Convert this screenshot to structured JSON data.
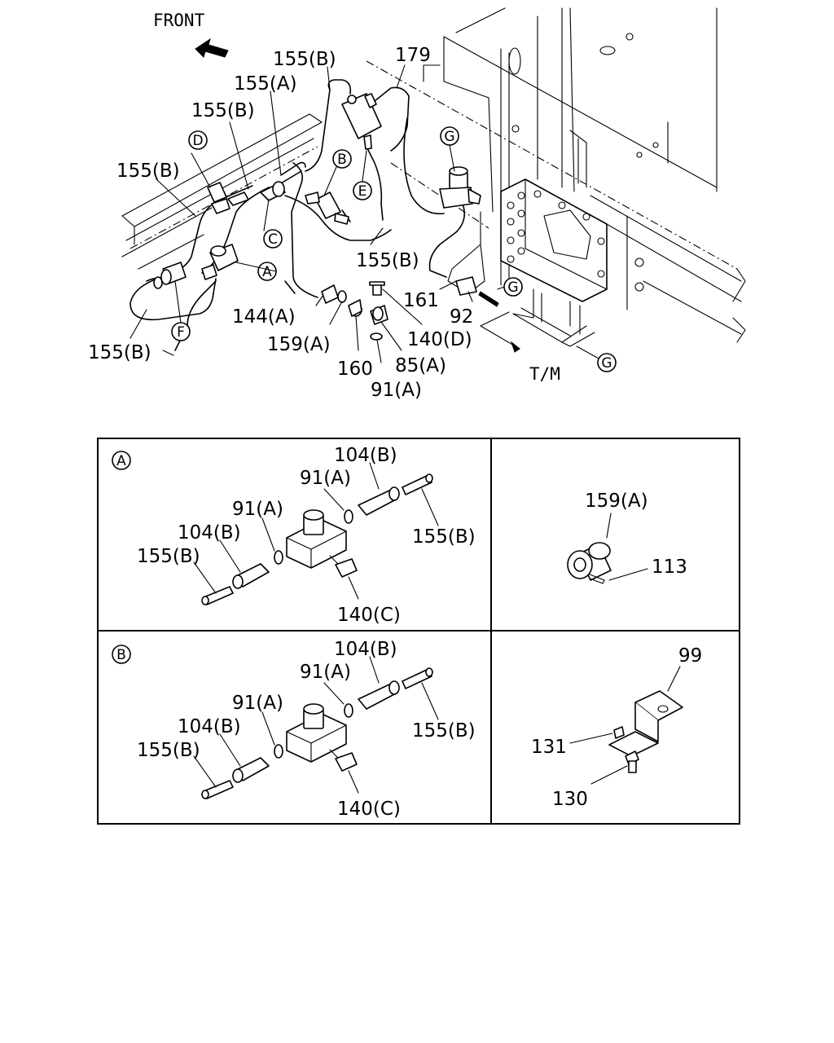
{
  "direction": {
    "front": "FRONT",
    "transmission": "T/M"
  },
  "main_labels": {
    "l155b_top": "155(B)",
    "l179": "179",
    "l155a": "155(A)",
    "l155b_2": "155(B)",
    "l155b_left": "155(B)",
    "l155b_mid": "155(B)",
    "l155b_bottom": "155(B)",
    "l161": "161",
    "l92": "92",
    "l144a": "144(A)",
    "l159a": "159(A)",
    "l140d": "140(D)",
    "l85a": "85(A)",
    "l160": "160",
    "l91a": "91(A)"
  },
  "callouts": {
    "A": "A",
    "B": "B",
    "C": "C",
    "D": "D",
    "E": "E",
    "F": "F",
    "G": "G"
  },
  "detail_a": {
    "key": "A",
    "l104b_top": "104(B)",
    "l91a_top": "91(A)",
    "l155b_right": "155(B)",
    "l91a_left": "91(A)",
    "l104b_left": "104(B)",
    "l155b_left": "155(B)",
    "l140c": "140(C)"
  },
  "detail_b": {
    "key": "B",
    "l104b_top": "104(B)",
    "l91a_top": "91(A)",
    "l155b_right": "155(B)",
    "l91a_left": "91(A)",
    "l104b_left": "104(B)",
    "l155b_left": "155(B)",
    "l140c": "140(C)"
  },
  "detail_159": {
    "l159a": "159(A)",
    "l113": "113"
  },
  "detail_99": {
    "l99": "99",
    "l131": "131",
    "l130": "130"
  }
}
